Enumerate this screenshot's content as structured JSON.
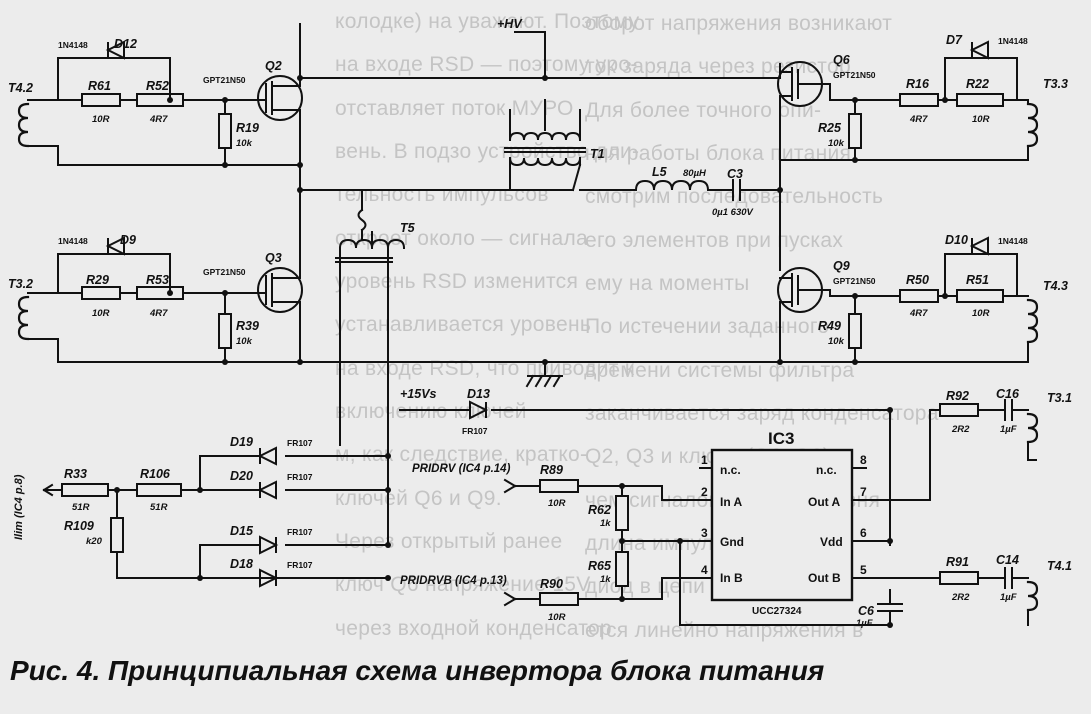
{
  "caption": "Рис. 4. Принципиальная схема инвертора блока питания",
  "background_text": [
    "колодке) на уважают. Поэтому",
    "на входе RSD — поэтому уро-",
    "отставляет поток МУРО",
    "вень. В подзо устройство дли-",
    "тельность импульсов",
    "откроет около — сигнала",
    "уровень RSD изменится",
    "устанавливается уровень",
    "на входе RSD, что приводит к",
    "включению ключей",
    "м, как следствие, кратко-",
    "ключей Q6 и Q9.",
    "Через открытый ранее",
    "ключ Q6 напряжение 15V",
    "через входной конденсатор"
  ],
  "background_text_right": [
    "оборот напряжения возникают",
    "ток заряда через резистор",
    "Для более точного опи-",
    "ния работы блока питания",
    "смотрим последовательность",
    "его элементов при пусках",
    "ему на моменты",
    "По истечении заданного",
    "времени системы фильтра",
    "заканчивается заряд конденсатора",
    "Q2, Q3 и ключи (Q6, Q9)",
    "чем сигналом низкого уровня",
    "длина импульсов при этом",
    "диод в цепи стока Q9 и",
    "ется линейно напряжения в"
  ],
  "schematic": {
    "net_labels": {
      "hv": "+HV",
      "v15": "+15Vs"
    },
    "connectors": [
      "T4.2",
      "T3.2",
      "T3.3",
      "T4.3",
      "T3.1",
      "T4.1"
    ],
    "transformers": [
      "T1",
      "T5"
    ],
    "transistors": [
      {
        "ref": "Q2",
        "part": "GPT21N50"
      },
      {
        "ref": "Q3",
        "part": "GPT21N50"
      },
      {
        "ref": "Q6",
        "part": "GPT21N50"
      },
      {
        "ref": "Q9",
        "part": "GPT21N50"
      }
    ],
    "diodes": [
      {
        "ref": "D12",
        "part": "1N4148"
      },
      {
        "ref": "D9",
        "part": "1N4148"
      },
      {
        "ref": "D7",
        "part": "1N4148"
      },
      {
        "ref": "D10",
        "part": "1N4148"
      },
      {
        "ref": "D13",
        "part": "FR107"
      },
      {
        "ref": "D19",
        "part": "FR107"
      },
      {
        "ref": "D20",
        "part": "FR107"
      },
      {
        "ref": "D15",
        "part": "FR107"
      },
      {
        "ref": "D18",
        "part": "FR107"
      }
    ],
    "resistors": [
      {
        "ref": "R61",
        "value": "10R"
      },
      {
        "ref": "R52",
        "value": "4R7"
      },
      {
        "ref": "R19",
        "value": "10k"
      },
      {
        "ref": "R29",
        "value": "10R"
      },
      {
        "ref": "R53",
        "value": "4R7"
      },
      {
        "ref": "R39",
        "value": "10k"
      },
      {
        "ref": "R16",
        "value": "4R7"
      },
      {
        "ref": "R22",
        "value": "10R"
      },
      {
        "ref": "R25",
        "value": "10k"
      },
      {
        "ref": "R50",
        "value": "4R7"
      },
      {
        "ref": "R51",
        "value": "10R"
      },
      {
        "ref": "R49",
        "value": "10k"
      },
      {
        "ref": "R33",
        "value": "51R"
      },
      {
        "ref": "R106",
        "value": "51R"
      },
      {
        "ref": "R109",
        "value": "k20"
      },
      {
        "ref": "R89",
        "value": "10R"
      },
      {
        "ref": "R90",
        "value": "10R"
      },
      {
        "ref": "R62",
        "value": "1k"
      },
      {
        "ref": "R65",
        "value": "1k"
      },
      {
        "ref": "R92",
        "value": "2R2"
      },
      {
        "ref": "R91",
        "value": "2R2"
      }
    ],
    "capacitors": [
      {
        "ref": "C3",
        "value": "0µ1 630V"
      },
      {
        "ref": "C16",
        "value": "1µF"
      },
      {
        "ref": "C14",
        "value": "1µF"
      },
      {
        "ref": "C6",
        "value": "1µF"
      }
    ],
    "inductor": {
      "ref": "L5",
      "value": "80µH"
    },
    "ic": {
      "ref": "IC3",
      "part": "UCC27324",
      "pins_left": [
        {
          "num": "1",
          "name": "n.c."
        },
        {
          "num": "2",
          "name": "In A"
        },
        {
          "num": "3",
          "name": "Gnd"
        },
        {
          "num": "4",
          "name": "In B"
        }
      ],
      "pins_right": [
        {
          "num": "8",
          "name": "n.c."
        },
        {
          "num": "7",
          "name": "Out A"
        },
        {
          "num": "6",
          "name": "Vdd"
        },
        {
          "num": "5",
          "name": "Out B"
        }
      ]
    },
    "signals": {
      "pridrv": "PRIDRV (IC4 p.14)",
      "pridrvb": "PRIDRVB (IC4 p.13)",
      "ilim": "Ilim (IC4 p.8)"
    }
  }
}
